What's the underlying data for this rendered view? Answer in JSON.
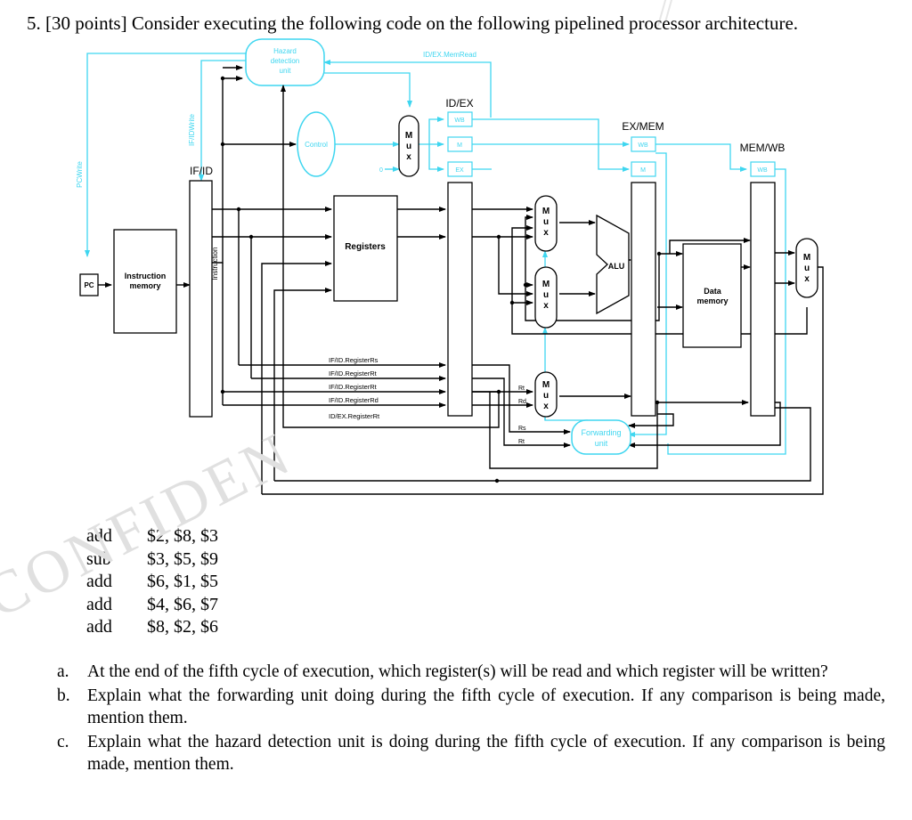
{
  "question": {
    "number": "5.",
    "text": "[30 points] Consider executing the following code on the following pipelined processor architecture."
  },
  "diagram": {
    "labels": {
      "hazard_unit": [
        "Hazard",
        "detection",
        "unit"
      ],
      "id_ex_memread": "ID/EX.MemRead",
      "if_id_write": "IF/IDWrite",
      "pc_write": "PCWrite",
      "control": "Control",
      "zero": "0",
      "id_ex": "ID/EX",
      "ex_mem": "EX/MEM",
      "mem_wb": "MEM/WB",
      "if_id": "IF/ID",
      "wb": "WB",
      "m": "M",
      "ex": "EX",
      "pc": "PC",
      "instruction_memory": [
        "Instruction",
        "memory"
      ],
      "instruction": "Instruction",
      "registers": "Registers",
      "alu": "ALU",
      "data_memory": [
        "Data",
        "memory"
      ],
      "mux": [
        "M",
        "u",
        "x"
      ],
      "ifid_rs": "IF/ID.RegisterRs",
      "ifid_rt1": "IF/ID.RegisterRt",
      "ifid_rt2": "IF/ID.RegisterRt",
      "ifid_rd": "IF/ID.RegisterRd",
      "idex_rt": "ID/EX.RegisterRt",
      "rt": "Rt",
      "rd": "Rd",
      "rs": "Rs",
      "rt2": "Rt",
      "forwarding_unit": [
        "Forwarding",
        "unit"
      ]
    },
    "colors": {
      "control_lines": "#3fd6f0",
      "datapath": "#000000"
    }
  },
  "code": [
    {
      "op": "add",
      "args": "$2, $8, $3"
    },
    {
      "op": "sub",
      "args": "$3, $5, $9"
    },
    {
      "op": "add",
      "args": "$6, $1, $5"
    },
    {
      "op": "add",
      "args": "$4, $6, $7"
    },
    {
      "op": "add",
      "args": "$8, $2, $6"
    }
  ],
  "parts": [
    {
      "letter": "a.",
      "text": "At the end of the fifth cycle of execution, which register(s) will be read and which register will be written?"
    },
    {
      "letter": "b.",
      "text": "Explain what the forwarding unit doing during the fifth cycle of execution. If any comparison is being made, mention them."
    },
    {
      "letter": "c.",
      "text": "Explain what the hazard detection unit is doing during the fifth cycle of execution. If any comparison is being made, mention them."
    }
  ],
  "watermark": "CONFIDEN"
}
